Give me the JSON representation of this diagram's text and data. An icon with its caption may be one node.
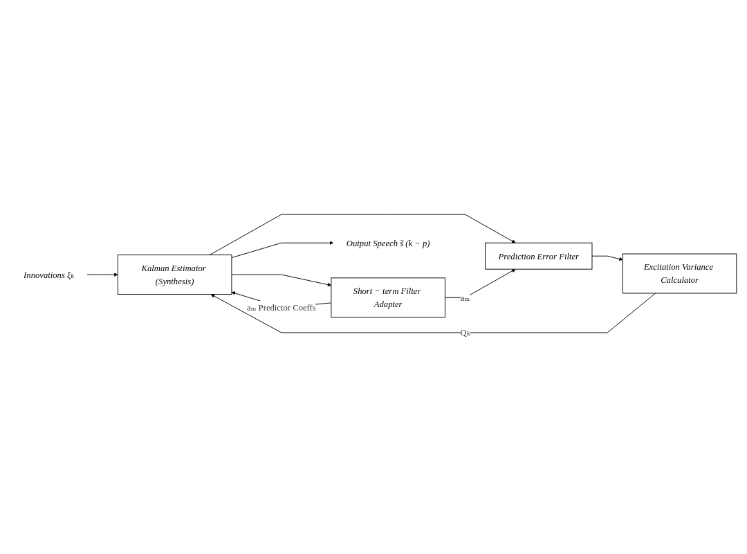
{
  "diagram": {
    "nodes": [
      {
        "text": [
          "Kalman Estimator (Synthesis)"
        ]
      },
      {
        "text": [
          "Short − term Filter Adapter"
        ]
      },
      {
        "text": [
          "Prediction Error Filter"
        ]
      },
      {
        "text": [
          "Excitation Variance Calculator"
        ]
      },
      {
        "text": [
          "Output Speech s̃ (k − p)"
        ]
      },
      {
        "text": [
          "Innovations ξₖ"
        ]
      }
    ],
    "edges": [
      {
        "from": 0,
        "to": 4,
        "arrow": "to"
      },
      {
        "from": 0,
        "to": 1,
        "arrow": "to"
      },
      {
        "from": 0,
        "to": 2,
        "arrow": "to"
      },
      {
        "from": 1,
        "to": 0,
        "arrow": "to",
        "label": "aₘ Predictor Coeffs"
      },
      {
        "from": 1,
        "to": 2,
        "arrow": "to",
        "label": "aₘ"
      },
      {
        "from": 2,
        "to": 3,
        "arrow": "to"
      },
      {
        "from": 3,
        "to": 0,
        "arrow": "to",
        "label": "Qₖ"
      },
      {
        "from": 5,
        "to": 0,
        "arrow": "to"
      }
    ]
  }
}
